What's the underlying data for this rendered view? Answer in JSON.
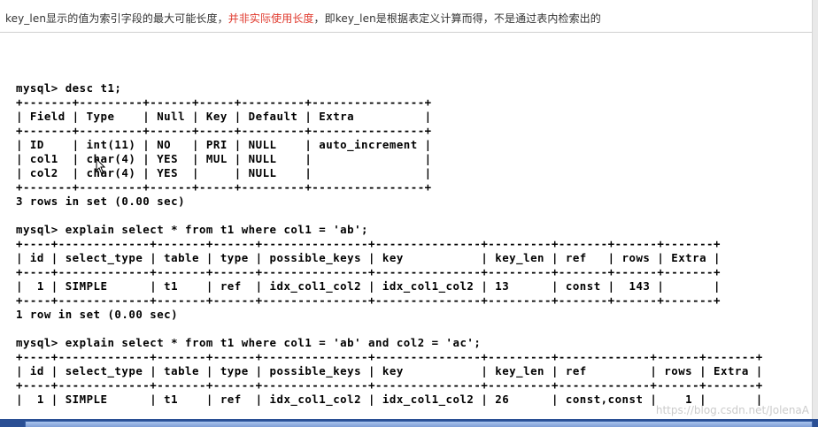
{
  "note": {
    "before": "key_len显示的值为索引字段的最大可能长度，",
    "highlight": "并非实际使用长度",
    "after": "，即key_len是根据表定义计算而得，不是通过表内检索出的"
  },
  "terminal": {
    "content": "mysql> desc t1;\n+-------+---------+------+-----+---------+----------------+\n| Field | Type    | Null | Key | Default | Extra          |\n+-------+---------+------+-----+---------+----------------+\n| ID    | int(11) | NO   | PRI | NULL    | auto_increment |\n| col1  | char(4) | YES  | MUL | NULL    |                |\n| col2  | char(4) | YES  |     | NULL    |                |\n+-------+---------+------+-----+---------+----------------+\n3 rows in set (0.00 sec)\n\nmysql> explain select * from t1 where col1 = 'ab';\n+----+-------------+-------+------+---------------+---------------+---------+-------+------+-------+\n| id | select_type | table | type | possible_keys | key           | key_len | ref   | rows | Extra |\n+----+-------------+-------+------+---------------+---------------+---------+-------+------+-------+\n|  1 | SIMPLE      | t1    | ref  | idx_col1_col2 | idx_col1_col2 | 13      | const |  143 |       |\n+----+-------------+-------+------+---------------+---------------+---------+-------+------+-------+\n1 row in set (0.00 sec)\n\nmysql> explain select * from t1 where col1 = 'ab' and col2 = 'ac';\n+----+-------------+-------+------+---------------+---------------+---------+-------------+------+-------+\n| id | select_type | table | type | possible_keys | key           | key_len | ref         | rows | Extra |\n+----+-------------+-------+------+---------------+---------------+---------+-------------+------+-------+\n|  1 | SIMPLE      | t1    | ref  | idx_col1_col2 | idx_col1_col2 | 26      | const,const |    1 |       |"
  },
  "watermark": "https://blog.csdn.net/JolenaA",
  "icons": {
    "cursor": "mouse-pointer-icon"
  },
  "colors": {
    "highlight": "#e03a2e",
    "taskbar": "#2a4f94"
  }
}
